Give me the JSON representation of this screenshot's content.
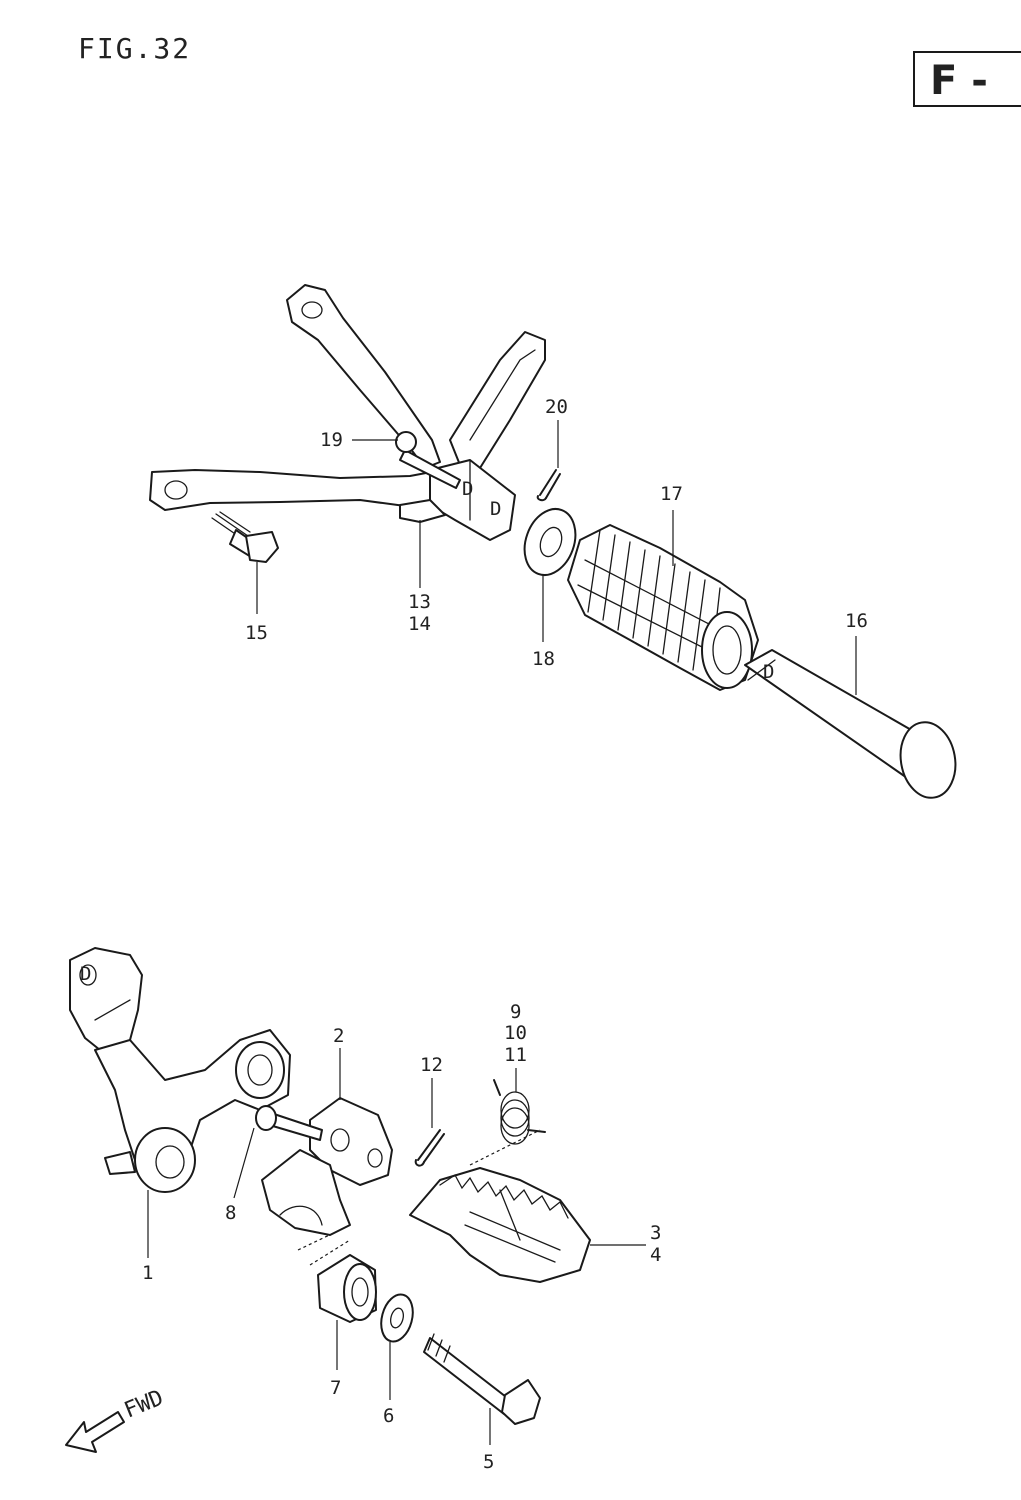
{
  "figure": {
    "title": "FIG.32",
    "badge": "F -",
    "fwd_label": "FWD"
  },
  "labels": {
    "p1": "1",
    "p2": "2",
    "p3": "3",
    "p4": "4",
    "p5": "5",
    "p6": "6",
    "p7": "7",
    "p8": "8",
    "p9": "9",
    "p10": "10",
    "p11": "11",
    "p12": "12",
    "p13": "13",
    "p14": "14",
    "p15": "15",
    "p16": "16",
    "p17": "17",
    "p18": "18",
    "p19": "19",
    "p20": "20"
  }
}
